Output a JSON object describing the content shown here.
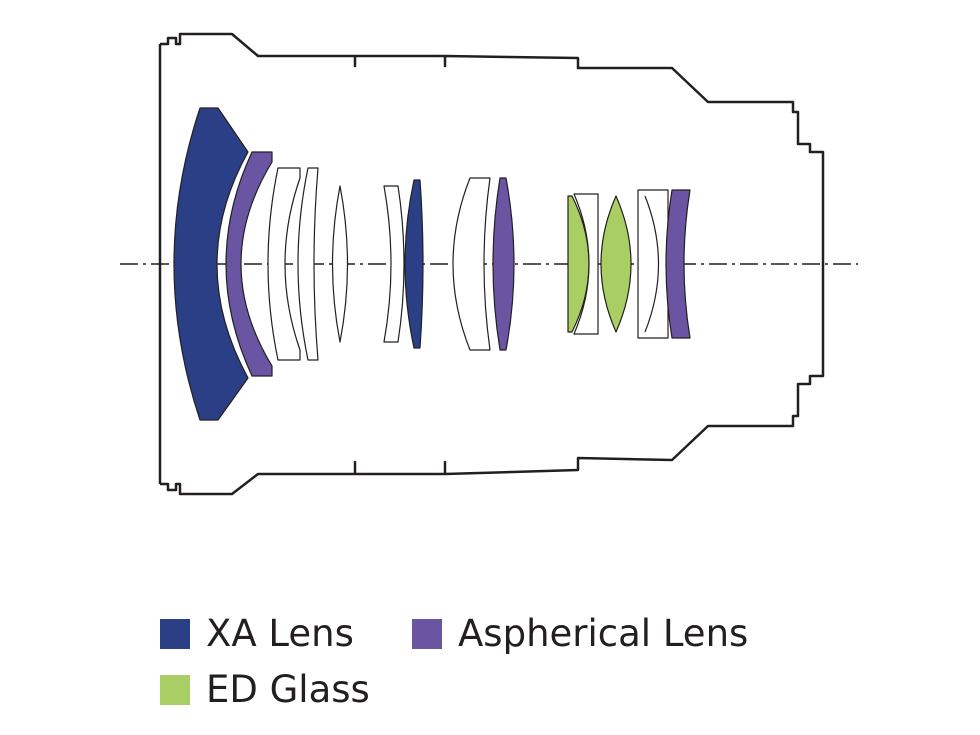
{
  "colors": {
    "outline": "#231f20",
    "xa": "#2b3f86",
    "aspherical": "#6a55a3",
    "ed": "#a8ce64",
    "plain": "#ffffff"
  },
  "legend": {
    "xa_label": "XA Lens",
    "aspherical_label": "Aspherical Lens",
    "ed_label": "ED Glass"
  }
}
